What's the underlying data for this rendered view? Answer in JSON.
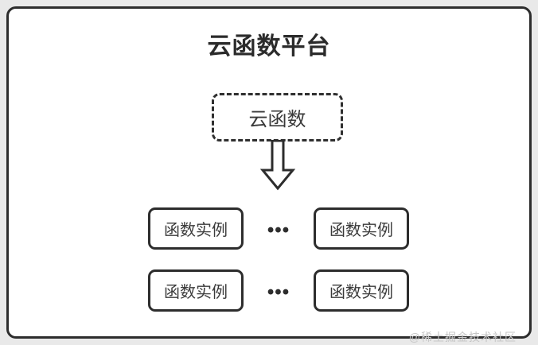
{
  "diagram": {
    "title": "云函数平台",
    "root_node": {
      "label": "云函数"
    },
    "instance_nodes": [
      {
        "label": "函数实例"
      },
      {
        "label": "函数实例"
      },
      {
        "label": "函数实例"
      },
      {
        "label": "函数实例"
      }
    ],
    "ellipsis": "•••",
    "watermark": "@稀土掘金技术社区",
    "colors": {
      "frame_border": "#2d2d2d",
      "node_border": "#2d2d2d",
      "title_text": "#2b2b2b",
      "node_text": "#3a3a3a",
      "background": "#ffffff",
      "page_background": "#e9e9e9",
      "watermark_text": "#c6c6c6"
    }
  }
}
